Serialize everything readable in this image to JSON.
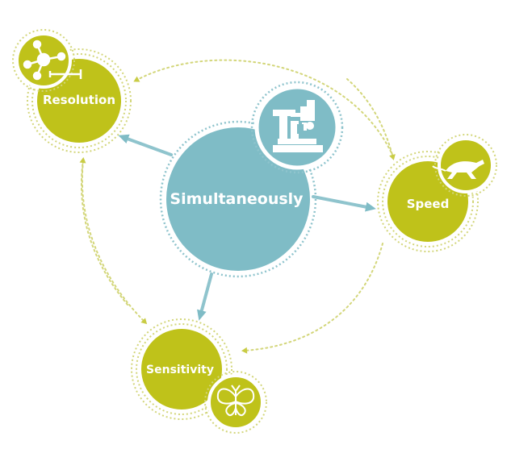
{
  "center": {
    "label": "Simultaneously",
    "icon": "microscope-icon"
  },
  "nodes": {
    "resolution": {
      "label": "Resolution",
      "icon": "molecule-icon"
    },
    "speed": {
      "label": "Speed",
      "icon": "cheetah-icon"
    },
    "sensitivity": {
      "label": "Sensitivity",
      "icon": "butterfly-icon"
    }
  },
  "colors": {
    "teal": "#7fbcc6",
    "lime": "#bfc21a",
    "arrow": "#8fc4cd",
    "white": "#ffffff"
  }
}
